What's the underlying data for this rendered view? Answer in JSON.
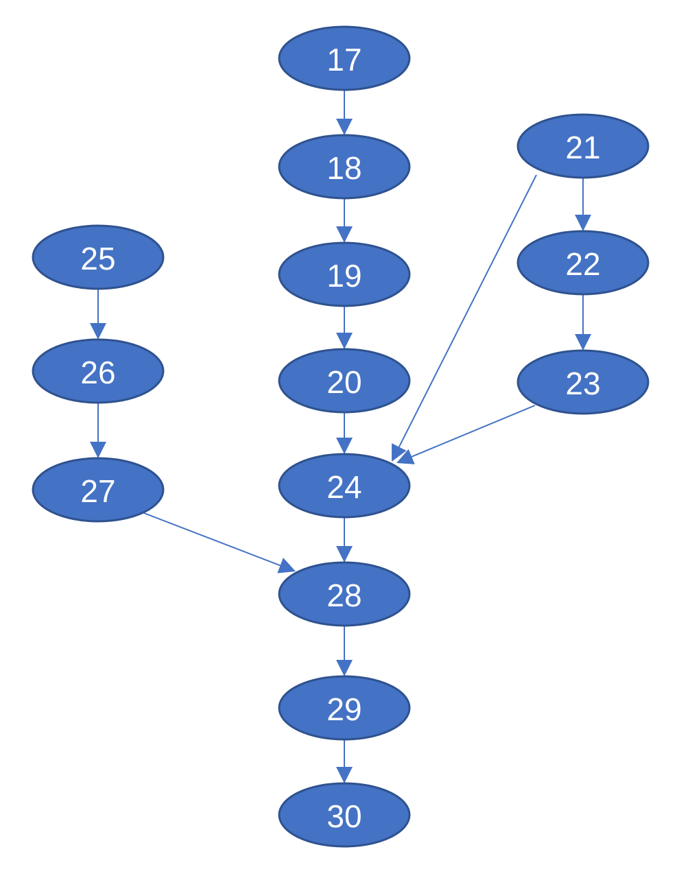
{
  "colors": {
    "node_fill": "#4472c4",
    "node_outline": "#2f528f",
    "edge": "#4472c4",
    "label": "#ffffff"
  },
  "nodes": [
    {
      "id": "17",
      "label": "17"
    },
    {
      "id": "18",
      "label": "18"
    },
    {
      "id": "19",
      "label": "19"
    },
    {
      "id": "20",
      "label": "20"
    },
    {
      "id": "21",
      "label": "21"
    },
    {
      "id": "22",
      "label": "22"
    },
    {
      "id": "23",
      "label": "23"
    },
    {
      "id": "24",
      "label": "24"
    },
    {
      "id": "25",
      "label": "25"
    },
    {
      "id": "26",
      "label": "26"
    },
    {
      "id": "27",
      "label": "27"
    },
    {
      "id": "28",
      "label": "28"
    },
    {
      "id": "29",
      "label": "29"
    },
    {
      "id": "30",
      "label": "30"
    }
  ],
  "edges": [
    {
      "from": "17",
      "to": "18"
    },
    {
      "from": "18",
      "to": "19"
    },
    {
      "from": "19",
      "to": "20"
    },
    {
      "from": "20",
      "to": "24"
    },
    {
      "from": "21",
      "to": "22"
    },
    {
      "from": "22",
      "to": "23"
    },
    {
      "from": "21",
      "to": "24"
    },
    {
      "from": "23",
      "to": "24"
    },
    {
      "from": "25",
      "to": "26"
    },
    {
      "from": "26",
      "to": "27"
    },
    {
      "from": "27",
      "to": "28"
    },
    {
      "from": "24",
      "to": "28"
    },
    {
      "from": "28",
      "to": "29"
    },
    {
      "from": "29",
      "to": "30"
    }
  ]
}
